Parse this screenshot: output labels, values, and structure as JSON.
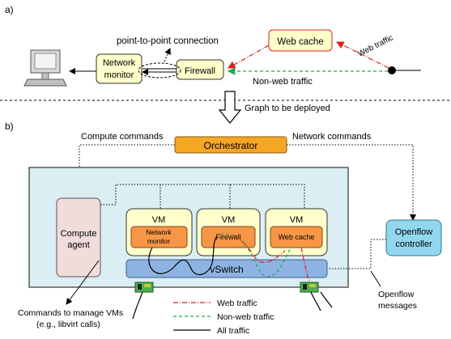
{
  "part_a": {
    "label": "a)",
    "network_monitor_line1": "Network",
    "network_monitor_line2": "monitor",
    "firewall": "Firewall",
    "web_cache": "Web cache",
    "p2p": "point-to-point connection",
    "web_traffic": "Web traffic",
    "non_web_traffic": "Non-web traffic"
  },
  "arrow_label": "Graph to be deployed",
  "part_b": {
    "label": "b)",
    "compute_commands": "Compute commands",
    "network_commands": "Network commands",
    "orchestrator": "Orchestrator",
    "compute_agent_line1": "Compute",
    "compute_agent_line2": "agent",
    "vm": "VM",
    "nm_line1": "Network",
    "nm_line2": "monitor",
    "firewall": "Firewall",
    "web_cache": "Web cache",
    "vswitch": "vSwitch",
    "openflow_ctrl_line1": "Openflow",
    "openflow_ctrl_line2": "controller",
    "openflow_msg_line1": "Openflow",
    "openflow_msg_line2": "messages",
    "cmd_line1": "Commands to manage VMs",
    "cmd_line2": "(e.g., libvirt calls)"
  },
  "legend": {
    "web": "Web traffic",
    "nonweb": "Non-web traffic",
    "all": "All traffic"
  },
  "colors": {
    "box_fill": "#ffffcc",
    "orchestrator": "#f5a623",
    "vm_inner": "#f79646",
    "compute_agent": "#f2dcdb",
    "vswitch": "#8db3e2",
    "server": "#dbeef3",
    "openflow": "#92d6ef",
    "web": "#e02020",
    "nonweb": "#22aa55"
  }
}
